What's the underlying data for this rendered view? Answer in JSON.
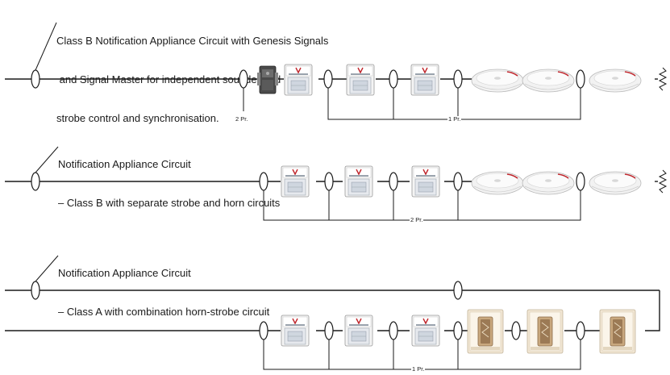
{
  "sections": [
    {
      "caption_lines": [
        "Class B Notification Appliance Circuit with Genesis Signals",
        " and Signal Master for independent sounder and",
        "strobe control and synchronisation."
      ],
      "pair_labels": [
        "2 Pr.",
        "1 Pr."
      ]
    },
    {
      "caption_lines": [
        "Notification Appliance Circuit",
        "– Class B with separate strobe and horn circuits"
      ],
      "pair_labels": [
        "2 Pr."
      ]
    },
    {
      "caption_lines": [
        "Notification Appliance Circuit",
        "– Class A with combination horn-strobe circuit"
      ],
      "pair_labels": [
        "1 Pr."
      ]
    }
  ],
  "icons": {
    "signal_master": "signal-master-module-icon",
    "horn_strobe": "wall-horn-strobe-icon",
    "ceiling_sounder": "ceiling-sounder-icon",
    "wall_strobe": "wall-strobe-icon",
    "resistor": "end-of-line-resistor-icon"
  }
}
